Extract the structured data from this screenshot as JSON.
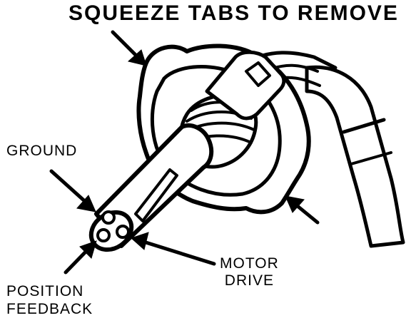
{
  "title": "SQUEEZE TABS TO REMOVE",
  "labels": {
    "ground": "GROUND",
    "motor_drive": [
      "MOTOR",
      "DRIVE"
    ],
    "position_feedback": [
      "POSITION",
      "FEEDBACK"
    ]
  },
  "colors": {
    "ink": "#000000",
    "paper": "#ffffff"
  }
}
